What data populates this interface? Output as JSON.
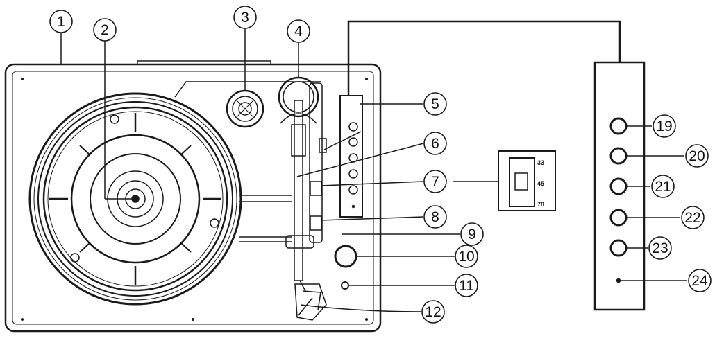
{
  "callouts": [
    "1",
    "2",
    "3",
    "4",
    "5",
    "6",
    "7",
    "8",
    "9",
    "10",
    "11",
    "12",
    "19",
    "20",
    "21",
    "22",
    "23",
    "24"
  ],
  "speed_selector": {
    "labels": [
      "33",
      "45",
      "78"
    ]
  },
  "colors": {
    "line": "#1a1a1a",
    "background": "#ffffff"
  }
}
